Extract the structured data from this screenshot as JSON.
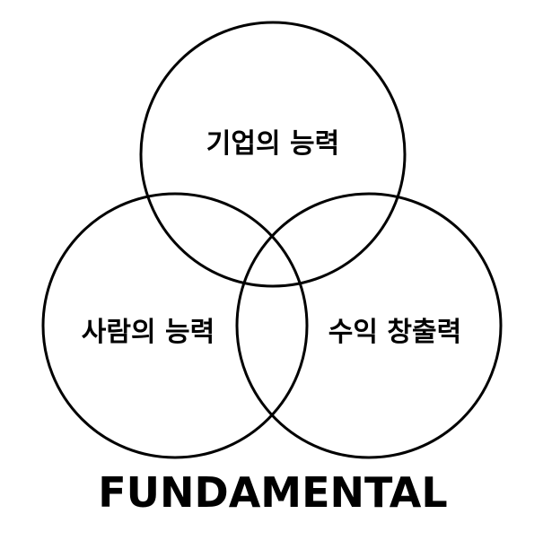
{
  "circles": {
    "top": {
      "label": "기업의 능력"
    },
    "left": {
      "label": "사람의 능력"
    },
    "right": {
      "label": "수익 창출력"
    }
  },
  "footer": {
    "title": "FUNDAMENTAL"
  },
  "colors": {
    "stroke": "#000000",
    "background": "#ffffff",
    "text": "#000000"
  }
}
